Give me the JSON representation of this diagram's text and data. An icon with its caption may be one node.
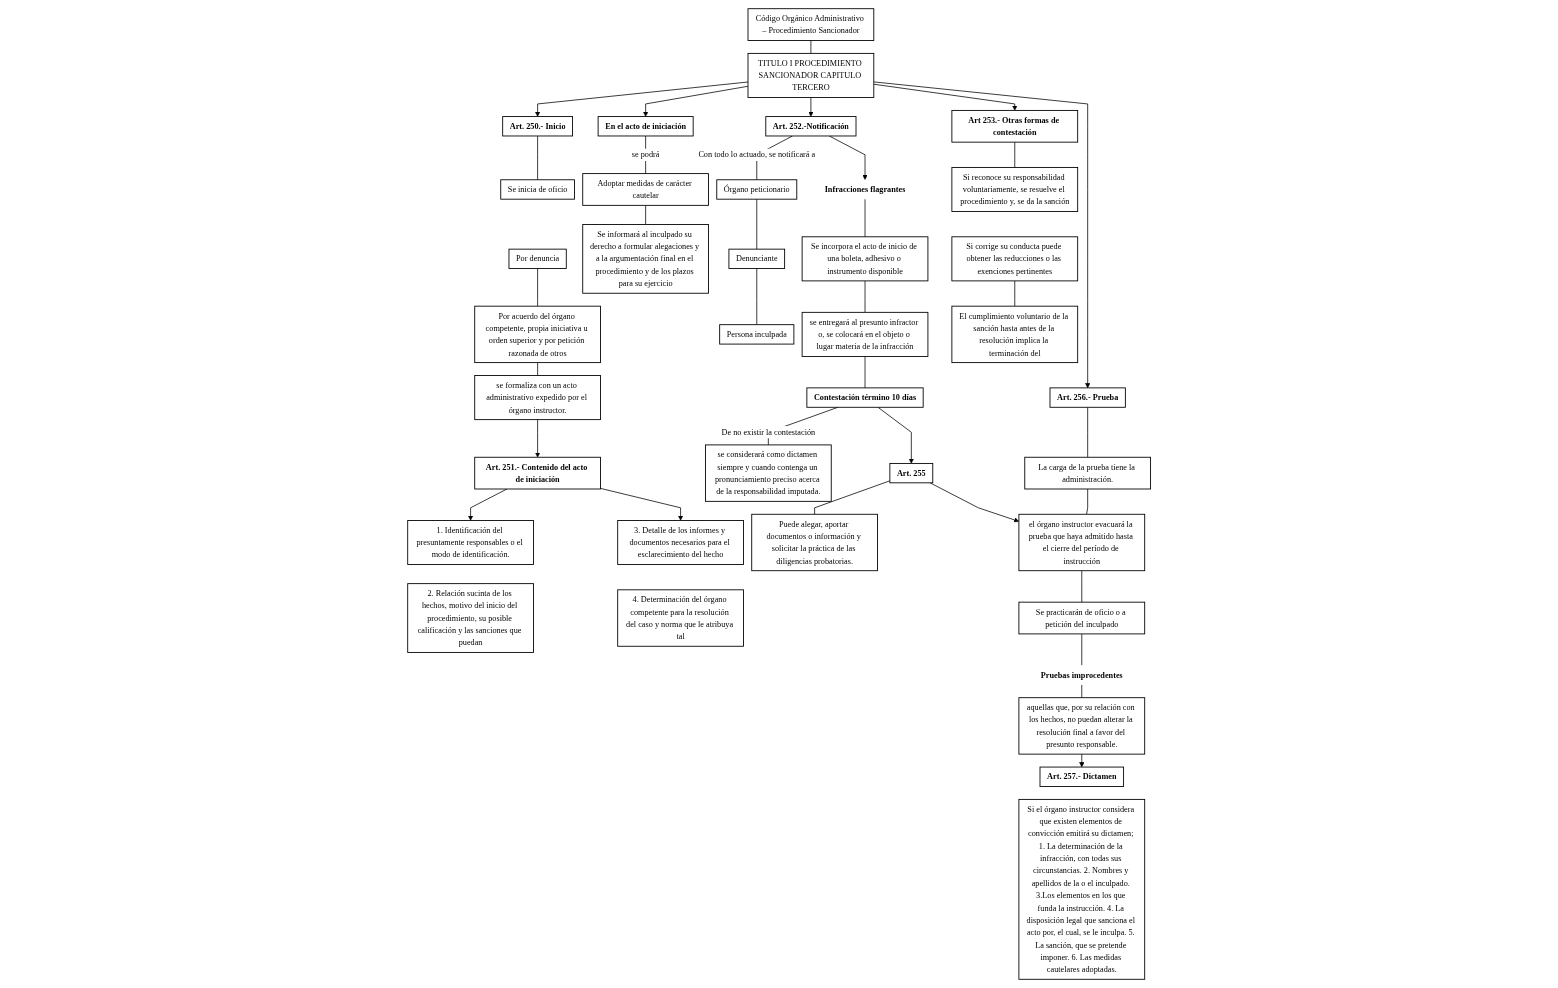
{
  "diagram": {
    "nodes": [
      {
        "text": [
          "Código Orgánico Administrativo – Procedimiento Sancionador"
        ]
      },
      {
        "text": [
          "TITULO I PROCEDIMIENTO SANCIONADOR CAPITULO TERCERO"
        ]
      },
      {
        "text": [
          "Art. 250.- Inicio"
        ]
      },
      {
        "text": [
          "Se inicia de oficio"
        ]
      },
      {
        "text": [
          "Por denuncia"
        ]
      },
      {
        "text": [
          "Por acuerdo del órgano competente, propia iniciativa u orden superior y por petición razonada de otros"
        ]
      },
      {
        "text": [
          "se formaliza con un acto administrativo expedido por el órgano instructor."
        ]
      },
      {
        "text": [
          "Art. 251.- Contenido del acto de iniciación"
        ]
      },
      {
        "text": [
          "1. Identificación del presuntamente responsables o el modo de identificación."
        ]
      },
      {
        "text": [
          "2. Relación sucinta de los hechos, motivo del inicio del procedimiento, su posible calificación y las sanciones que puedan"
        ]
      },
      {
        "text": [
          "3. Detalle de los informes y documentos necesarios para el esclarecimiento del hecho"
        ]
      },
      {
        "text": [
          "4. Determinación del órgano competente para la resolución del caso y norma que le atribuya tal"
        ]
      },
      {
        "text": [
          "En el acto de iniciación"
        ]
      },
      {
        "text": [
          "Adoptar medidas de carácter cautelar"
        ]
      },
      {
        "text": [
          "Se informará al inculpado su derecho a formular alegaciones y a la argumentación final en el procedimiento y de los plazos para su ejercicio"
        ]
      },
      {
        "text": [
          "Art. 252.-Notificación"
        ]
      },
      {
        "text": [
          "Órgano peticionario"
        ]
      },
      {
        "text": [
          "Denunciante"
        ]
      },
      {
        "text": [
          "Persona inculpada"
        ]
      },
      {
        "text": [
          "Infracciones flagrantes"
        ]
      },
      {
        "text": [
          "Se incorpora el acto de inicio de una boleta, adhesivo o instrumento disponible"
        ]
      },
      {
        "text": [
          "se entregará al presunto infractor o, se colocará en el objeto o lugar materia de la infracción"
        ]
      },
      {
        "text": [
          "Contestación término 10 días"
        ]
      },
      {
        "text": [
          "se considerará como dictamen siempre y cuando contenga un pronunciamiento preciso acerca de la responsabilidad imputada."
        ]
      },
      {
        "text": [
          "Art. 255"
        ]
      },
      {
        "text": [
          "Puede alegar, aportar documentos o información y solicitar la práctica de las diligencias probatorias."
        ]
      },
      {
        "text": [
          "Art 253.- Otras formas de contestación"
        ]
      },
      {
        "text": [
          "Si reconoce su responsabilidad voluntariamente, se resuelve el procedimiento y, se da la sanción"
        ]
      },
      {
        "text": [
          "Si corrige su conducta puede obtener las reducciones o las exenciones pertinentes"
        ]
      },
      {
        "text": [
          "El cumplimiento voluntario de la sanción hasta antes de la resolución implica la terminación del"
        ]
      },
      {
        "text": [
          "Art. 256.- Prueba"
        ]
      },
      {
        "text": [
          "La carga de la prueba tiene la administración."
        ]
      },
      {
        "text": [
          "el órgano instructor evacuará la prueba que haya admitido hasta el cierre del período de instrucción"
        ]
      },
      {
        "text": [
          "Se practicarán de oficio o a petición del inculpado"
        ]
      },
      {
        "text": [
          "Pruebas improcedentes"
        ]
      },
      {
        "text": [
          "aquellas que, por su relación con los hechos, no puedan alterar la resolución final a favor del presunto responsable."
        ]
      },
      {
        "text": [
          "Art. 257.- Dictamen"
        ]
      },
      {
        "text": [
          "Si el órgano instructor considera que existen elementos de convicción emitirá su dictamen; 1. La determinación de la infracción, con todas sus circunstancias. 2. Nombres y apellidos de la o el inculpado. 3.Los elementos en los que funda la instrucción. 4. La disposición legal que sanciona el acto por, el cual, se le inculpa. 5. La sanción, que se pretende imponer. 6. Las medidas cautelares adoptadas."
        ]
      }
    ],
    "edges": [
      {
        "from": 0,
        "to": 1,
        "arrow": "none"
      },
      {
        "from": 1,
        "to": 2,
        "arrow": "to"
      },
      {
        "from": 1,
        "to": 12,
        "arrow": "to"
      },
      {
        "from": 1,
        "to": 15,
        "arrow": "to"
      },
      {
        "from": 1,
        "to": 26,
        "arrow": "to"
      },
      {
        "from": 1,
        "to": 30,
        "arrow": "to"
      },
      {
        "from": 2,
        "to": 3,
        "arrow": "none"
      },
      {
        "from": 4,
        "to": 5,
        "arrow": "none"
      },
      {
        "from": 5,
        "to": 6,
        "arrow": "none"
      },
      {
        "from": 6,
        "to": 7,
        "arrow": "to"
      },
      {
        "from": 7,
        "to": 8,
        "arrow": "to"
      },
      {
        "from": 7,
        "to": 10,
        "arrow": "to"
      },
      {
        "from": 12,
        "to": 13,
        "label": "se podrá",
        "arrow": "none"
      },
      {
        "from": 13,
        "to": 14,
        "arrow": "none"
      },
      {
        "from": 15,
        "to": 16,
        "label": "Con todo lo actuado, se notificará a",
        "arrow": "none"
      },
      {
        "from": 16,
        "to": 17,
        "arrow": "none"
      },
      {
        "from": 17,
        "to": 18,
        "arrow": "none"
      },
      {
        "from": 15,
        "to": 19,
        "arrow": "to"
      },
      {
        "from": 19,
        "to": 20,
        "arrow": "none"
      },
      {
        "from": 20,
        "to": 21,
        "arrow": "none"
      },
      {
        "from": 21,
        "to": 22,
        "arrow": "none"
      },
      {
        "from": 22,
        "to": 24,
        "arrow": "to"
      },
      {
        "from": 22,
        "to": 23,
        "label": "De no existir la contestación",
        "arrow": "none"
      },
      {
        "from": 24,
        "to": 25,
        "arrow": "none"
      },
      {
        "from": 24,
        "to": 32,
        "arrow": "to"
      },
      {
        "from": 26,
        "to": 27,
        "arrow": "none"
      },
      {
        "from": 28,
        "to": 29,
        "arrow": "none"
      },
      {
        "from": 30,
        "to": 31,
        "arrow": "none"
      },
      {
        "from": 31,
        "to": 32,
        "arrow": "none"
      },
      {
        "from": 32,
        "to": 33,
        "arrow": "none"
      },
      {
        "from": 33,
        "to": 34,
        "arrow": "none"
      },
      {
        "from": 34,
        "to": 35,
        "arrow": "none"
      },
      {
        "from": 35,
        "to": 36,
        "arrow": "to"
      }
    ]
  }
}
